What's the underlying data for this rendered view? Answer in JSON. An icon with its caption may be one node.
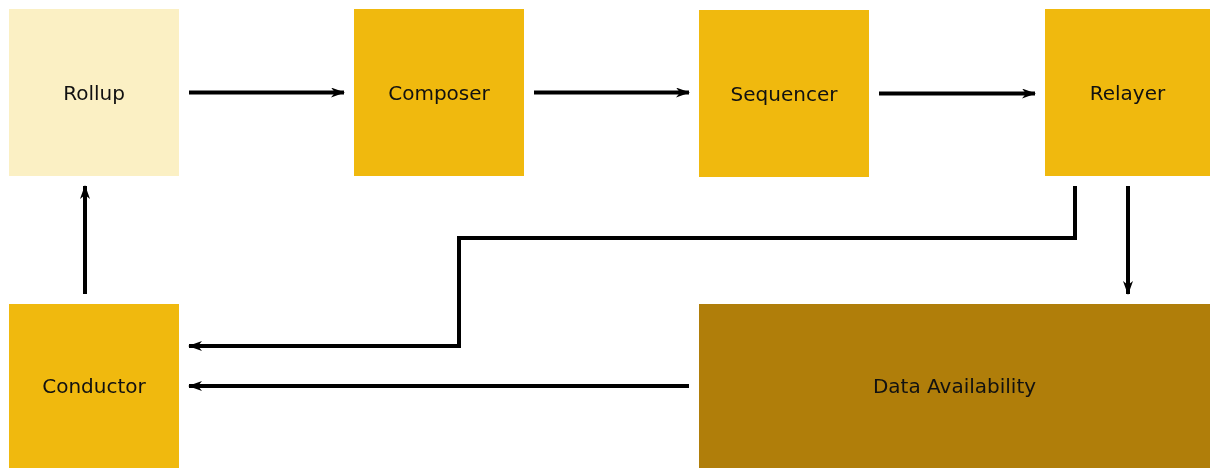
{
  "diagram": {
    "nodes": [
      {
        "text": [
          "Rollup"
        ]
      },
      {
        "text": [
          "Composer"
        ]
      },
      {
        "text": [
          "Sequencer"
        ]
      },
      {
        "text": [
          "Relayer"
        ]
      },
      {
        "text": [
          "Conductor"
        ]
      },
      {
        "text": [
          "Data Availability"
        ]
      }
    ],
    "edges": [
      {
        "from": 0,
        "to": 1,
        "arrow": "to"
      },
      {
        "from": 1,
        "to": 2,
        "arrow": "to"
      },
      {
        "from": 2,
        "to": 3,
        "arrow": "to"
      },
      {
        "from": 3,
        "to": 4,
        "arrow": "to"
      },
      {
        "from": 3,
        "to": 5,
        "arrow": "to"
      },
      {
        "from": 5,
        "to": 4,
        "arrow": "to"
      },
      {
        "from": 4,
        "to": 0,
        "arrow": "to"
      }
    ]
  }
}
